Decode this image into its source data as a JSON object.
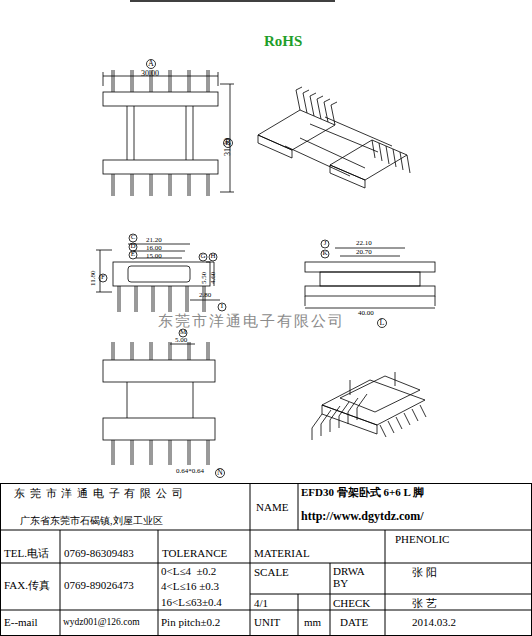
{
  "diagram": {
    "title": "RoHS",
    "labels": [
      "30.00",
      "A",
      "31.20",
      "B",
      "21.20",
      "16.00",
      "15.00",
      "C",
      "D",
      "E",
      "G",
      "H",
      "11.80",
      "F",
      "5.50",
      "4.60",
      "2.80",
      "I",
      "22.10",
      "20.70",
      "J",
      "K",
      "40.00",
      "L",
      "东莞市洋通电子有限公司",
      "M",
      "5.00",
      "0.64*0.64",
      "N",
      "东 莞 市 洋 通 电 子 有 限 公 司",
      "广东省东莞市石碣镇,刘屋工业区",
      "NAME",
      "EFD30 骨架卧式 6+6 L 脚",
      "http://www.dgytdz.com/",
      "PHENOLIC",
      "TEL.电话",
      "0769-86309483",
      "TOLERANCE",
      "MATERIAL",
      "FAX.传真",
      "0769-89026473",
      "0<L≤4  ±0.2",
      "4<L≤16 ±0.3",
      "16<L≤63±0.4",
      "SCALE",
      "DRWA BY",
      "张 阳",
      "4/1",
      "CHECK",
      "张 艺",
      "E--mail",
      "wydz001@126.com",
      "Pin pitch±0.2",
      "UNIT",
      "mm",
      "DATE",
      "2014.03.2"
    ]
  }
}
